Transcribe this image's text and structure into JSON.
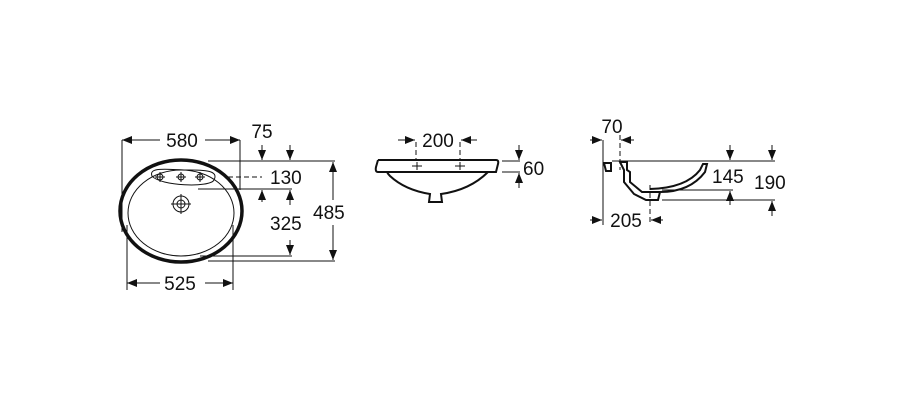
{
  "views": {
    "top_view": {
      "dimensions": {
        "overall_width": "580",
        "tap_offset": "75",
        "tap_hole_depth": "130",
        "bowl_depth": "325",
        "overall_depth": "485",
        "bowl_width": "525"
      }
    },
    "front_view": {
      "dimensions": {
        "tap_hole_spacing": "200",
        "rim_height": "60"
      }
    },
    "section_view": {
      "dimensions": {
        "rim_overhang": "70",
        "drain_offset": "205",
        "bowl_height": "145",
        "total_height": "190"
      }
    }
  },
  "colors": {
    "line": "#111111",
    "background": "#ffffff"
  }
}
